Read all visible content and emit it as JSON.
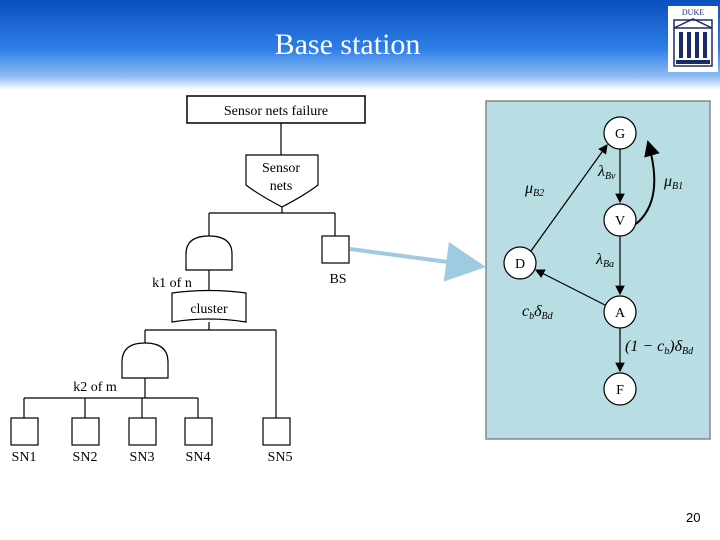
{
  "header": {
    "title": "Base station",
    "logo_text": "DUKE"
  },
  "fault_tree": {
    "top_event": "Sensor nets failure",
    "or_gate_label": "Sensor\nnets",
    "k1_label": "k1 of n",
    "bs_label": "BS",
    "cluster_label": "cluster",
    "k2_label": "k2 of m",
    "sensor_nodes": [
      "SN1",
      "SN2",
      "SN3",
      "SN4",
      "SN5"
    ]
  },
  "markov": {
    "states": {
      "G": "G",
      "V": "V",
      "D": "D",
      "A": "A",
      "F": "F"
    },
    "rates": {
      "mu_b2": {
        "base": "μ",
        "sub": "B2"
      },
      "lambda_bv": {
        "base": "λ",
        "sub": "Bv"
      },
      "mu_b1": {
        "base": "μ",
        "sub": "B1"
      },
      "lambda_ba": {
        "base": "λ",
        "sub": "Ba"
      },
      "cb_delta_bd": {
        "base": "c",
        "sub1": "b",
        "mid": "δ",
        "sub2": "Bd"
      },
      "one_minus_cb_delta_bd": {
        "pre": "(1 − c",
        "sub1": "b",
        "post": ")δ",
        "sub2": "Bd"
      }
    },
    "panel_color": "#b8dde3"
  },
  "page_number": "20"
}
